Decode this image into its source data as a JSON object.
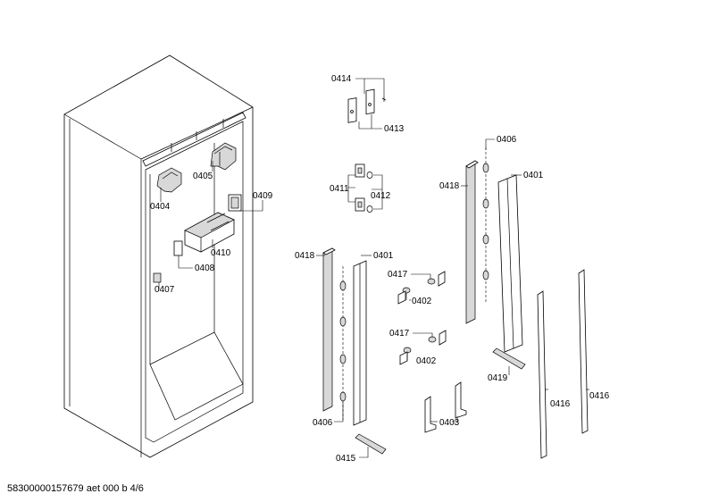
{
  "labels": {
    "l0414": "0414",
    "l0413": "0413",
    "l0411": "0411",
    "l0412": "0412",
    "l0406_top": "0406",
    "l0418_right": "0418",
    "l0401_right": "0401",
    "l0405": "0405",
    "l0404": "0404",
    "l0409": "0409",
    "l0410": "0410",
    "l0408": "0408",
    "l0407": "0407",
    "l0418_left": "0418",
    "l0401_left": "0401",
    "l0417_top": "0417",
    "l0402_top": "0402",
    "l0417_bottom": "0417",
    "l0402_bottom": "0402",
    "l0403": "0403",
    "l0419": "0419",
    "l0416_left": "0416",
    "l0416_right": "0416",
    "l0406_bottom": "0406",
    "l0415": "0415"
  },
  "footer": "58300000157679 aet 000 b 4/6"
}
